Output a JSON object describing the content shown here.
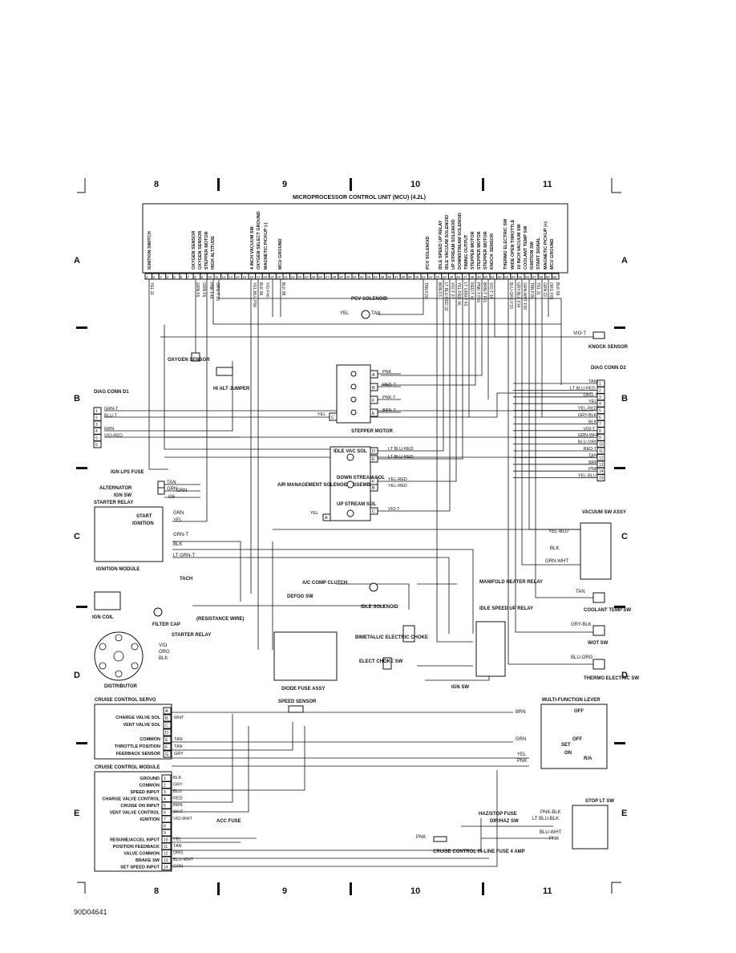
{
  "title": "MICROPROCESSOR CONTROL UNIT (MCU) (4.2L)",
  "grid_columns": [
    "8",
    "9",
    "10",
    "11"
  ],
  "grid_rows": [
    "A",
    "B",
    "C",
    "D",
    "E"
  ],
  "figure_id": "90D04641",
  "mcu_functions": [
    "IGNITION SWITCH",
    "OXYGEN SENSOR",
    "OXYGEN SENSOR",
    "STEPPER MOTOR",
    "HIGH ALTITUDE",
    "4 INCH VACUUM SW",
    "OXYGEN SELECT GROUND",
    "MAGNETIC PICKUP (-)",
    "MCU GROUND",
    "PCV SOLENOID",
    "IDLE SPEED UP RELAY",
    "IDLE VACUUM SOLENOID",
    "UP STREAM SOLENOID",
    "DOWNSTREAM SOLENOID",
    "TIMING OUTPUT",
    "STEPPER MOTOR",
    "STEPPER MOTOR",
    "STEPPER MOTOR",
    "KNOCK SENSOR",
    "THERMO ELECTRIC SW",
    "WIDE OPEN THROTTLE",
    "10 INCH VACUUM SW",
    "COOLANT TEMP SW",
    "IGNITION SW",
    "START SIGNAL",
    "MAGNETIC PICKUP (+)",
    "MCU GROUND"
  ],
  "mcu_wire_labels": [
    "YEL 11",
    "GRN F6",
    "GRN F6",
    "PNK F46",
    "ORG-T 26",
    "YEL-BLU F58",
    "BLK 86",
    "VIO F40",
    "BLK 88",
    "TAN F29",
    "BRN F3",
    "LT BLU-RED 32",
    "VIO-T 27",
    "YEL-RED 36",
    "LT GRN-T 43",
    "RED-T 42",
    "PNK-T F59",
    "BRN-T F61",
    "VIO-T 34",
    "BLU-ORG F33",
    "GRY-BLK F34",
    "GRN-WHT F35",
    "TAN F36",
    "YEL 11",
    "GRN 22",
    "ORG F83",
    "BLK 89"
  ],
  "components": {
    "pcv_solenoid": "PCV SOLENOID",
    "knock_sensor": "KNOCK SENSOR",
    "oxygen_sensor": "OXYGEN SENSOR",
    "hi_alt_jumper": "HI ALT JUMPER",
    "diag_conn_d1": "DIAG CONN D1",
    "diag_conn_d2": "DIAG CONN D2",
    "stepper_motor": "STEPPER MOTOR",
    "idle_vac_sol": "IDLE VAC SOL",
    "down_stream_sol": "DOWN STREAM SOL",
    "up_stream_sol": "UP STREAM SOL",
    "air_mgmt": "AIR MANAGEMENT SOLENOID ASSEMBLY",
    "ign_lps_fuse": "IGN LPS FUSE",
    "alternator": "ALTERNATOR",
    "ign_sw": "IGN SW",
    "starter_relay": "STARTER RELAY",
    "start": "START",
    "ignition": "IGNITION",
    "ignition_module": "IGNITION MODULE",
    "tach": "TACH",
    "ign_coil": "IGN COIL",
    "filter_cap": "FILTER CAP",
    "resistance_wire": "(RESISTANCE WIRE)",
    "starter_relay2": "STARTER RELAY",
    "distributor": "DISTRIBUTOR",
    "ac_comp_clutch": "A/C COMP CLUTCH",
    "defog_sw": "DEFOG SW",
    "idle_solenoid": "IDLE SOLENOID",
    "diode_fuse_assy": "DIODE FUSE ASSY",
    "manifold_heater_relay": "MANIFOLD HEATER RELAY",
    "bimetallic_choke": "BIMETALLIC ELECTRIC CHOKE",
    "idle_speed_up_relay": "IDLE SPEED UP RELAY",
    "elect_choke_sw": "ELECT CHOKE SW",
    "vacuum_sw_assy": "VACUUM SW ASSY",
    "coolant_temp_sw": "COOLANT TEMP SW",
    "wot_sw": "WOT SW",
    "thermo_electric_sw": "THERMO ELECTRIC SW",
    "cruise_control_servo": "CRUISE CONTROL SERVO",
    "speed_sensor": "SPEED SENSOR",
    "multi_function_lever": "MULTI-FUNCTION LEVER",
    "cruise_control_module": "CRUISE CONTROL MODULE",
    "stop_lt_sw": "STOP LT SW",
    "haz_stop_fuse": "HAZ/STOP FUSE",
    "dir_haz_sw": "DIR/HAZ SW",
    "inline_fuse": "CRUISE CONTROL IN-LINE FUSE 4 AMP",
    "acc_fuse": "ACC FUSE",
    "ign_sw_bottom": "IGN SW"
  },
  "servo_pins": [
    {
      "func": "CHARGE VALVE SOL",
      "pin": "B",
      "wire": "WHT"
    },
    {
      "func": "VENT VALVE SOL",
      "pin": "C",
      "wire": ""
    },
    {
      "func": "COMMON",
      "pin": "E",
      "wire": "TAN"
    },
    {
      "func": "THROTTLE POSITION",
      "pin": "F",
      "wire": "TAN"
    },
    {
      "func": "FEEDBACK SENSOR",
      "pin": "G",
      "wire": "GRY"
    }
  ],
  "module_pins": [
    {
      "n": "1",
      "func": "GROUND",
      "wire": "BLK"
    },
    {
      "n": "2",
      "func": "COMMON",
      "wire": "GRY"
    },
    {
      "n": "3",
      "func": "SPEED INPUT",
      "wire": "BLU"
    },
    {
      "n": "4",
      "func": "CHARGE VALVE CONTROL",
      "wire": "RED"
    },
    {
      "n": "5",
      "func": "CRUISE ON INPUT",
      "wire": "BRN"
    },
    {
      "n": "6",
      "func": "VENT VALVE CONTROL",
      "wire": "WHT"
    },
    {
      "n": "7",
      "func": "IGNITION",
      "wire": "VIO-WHT"
    },
    {
      "n": "10",
      "func": "RESUME/ACCEL INPUT",
      "wire": "YEL"
    },
    {
      "n": "11",
      "func": "POSITION FEEDBACK",
      "wire": "TAN"
    },
    {
      "n": "12",
      "func": "VALVE COMMON",
      "wire": "ORG"
    },
    {
      "n": "13",
      "func": "BRAKE SW",
      "wire": "BLU-WHT"
    },
    {
      "n": "14",
      "func": "SET SPEED INPUT",
      "wire": "GRN"
    }
  ],
  "diag_d2_pins": [
    {
      "n": "1",
      "wire": "TAN"
    },
    {
      "n": "2",
      "wire": "LT BLU-RED"
    },
    {
      "n": "3",
      "wire": "ORG-T"
    },
    {
      "n": "4",
      "wire": "YEL"
    },
    {
      "n": "5",
      "wire": "YEL-RED"
    },
    {
      "n": "6",
      "wire": "GRY-BLK"
    },
    {
      "n": "7",
      "wire": "BLK"
    },
    {
      "n": "8",
      "wire": "VIO-T"
    },
    {
      "n": "9",
      "wire": "GRN-WHT"
    },
    {
      "n": "10",
      "wire": "BLU-ORG"
    },
    {
      "n": "11",
      "wire": "RED-T"
    },
    {
      "n": "12",
      "wire": "TAN"
    },
    {
      "n": "13",
      "wire": "BRN"
    },
    {
      "n": "14",
      "wire": "PNK"
    },
    {
      "n": "15",
      "wire": "YEL-BLU"
    }
  ],
  "diag_d1_pins": [
    {
      "n": "1",
      "wire": "GRN-T"
    },
    {
      "n": "2",
      "wire": "BLU-T"
    },
    {
      "n": "3",
      "wire": ""
    },
    {
      "n": "4",
      "wire": "GRN"
    },
    {
      "n": "5",
      "wire": "VIO-RED"
    },
    {
      "n": "6",
      "wire": ""
    }
  ],
  "stepper_pins": [
    {
      "pin": "A",
      "wire": "PNK"
    },
    {
      "pin": "B",
      "wire": "RED-T"
    },
    {
      "pin": "F",
      "wire": "PNK-T"
    },
    {
      "pin": "E",
      "wire": "BRN-T"
    },
    {
      "pin": "C",
      "wire": "YEL"
    }
  ],
  "air_pins": [
    {
      "pin": "D",
      "wire": "LT BLU-RED"
    },
    {
      "pin": "E",
      "wire": "LT BLU-RED"
    },
    {
      "pin": "F",
      "wire": "YEL-RED"
    },
    {
      "pin": "B",
      "wire": "YEL-RED"
    },
    {
      "pin": "C",
      "wire": "VIO-T"
    },
    {
      "pin": "A",
      "wire": "YEL"
    }
  ],
  "mfl_labels": {
    "off1": "OFF",
    "off2": "OFF",
    "on": "ON",
    "set": "SET",
    "ra": "R/A",
    "w_brn": "BRN",
    "w_grn": "GRN",
    "w_yel": "YEL",
    "w_pnk": "PNK"
  },
  "stop_labels": {
    "w1": "PNK-BLK",
    "w2": "LT BLU-BLK",
    "w3": "BLU-WHT",
    "w4": "PNK"
  },
  "misc_wires": {
    "yel": "YEL",
    "tan": "TAN",
    "grn": "GRN",
    "g6": "G6",
    "grn_t": "GRN-T",
    "blk": "BLK",
    "lt_grn_t": "LT GRN-T",
    "vio": "VIO",
    "org": "ORG",
    "vio_red": "VIO-RED",
    "blu_t": "BLU-T",
    "gry": "GRY",
    "brn": "BRN",
    "pnk": "PNK",
    "blu": "BLU",
    "red": "RED",
    "wht": "WHT",
    "vio_t": "VIO-T",
    "tan_blk": "TAN",
    "blk2": "BLK",
    "gry_blk": "GRY-BLK",
    "blu_org": "BLU-ORG",
    "yel_blu": "YEL-BLU",
    "grn_wht": "GRN-WHT",
    "org_t": "ORG-T"
  }
}
